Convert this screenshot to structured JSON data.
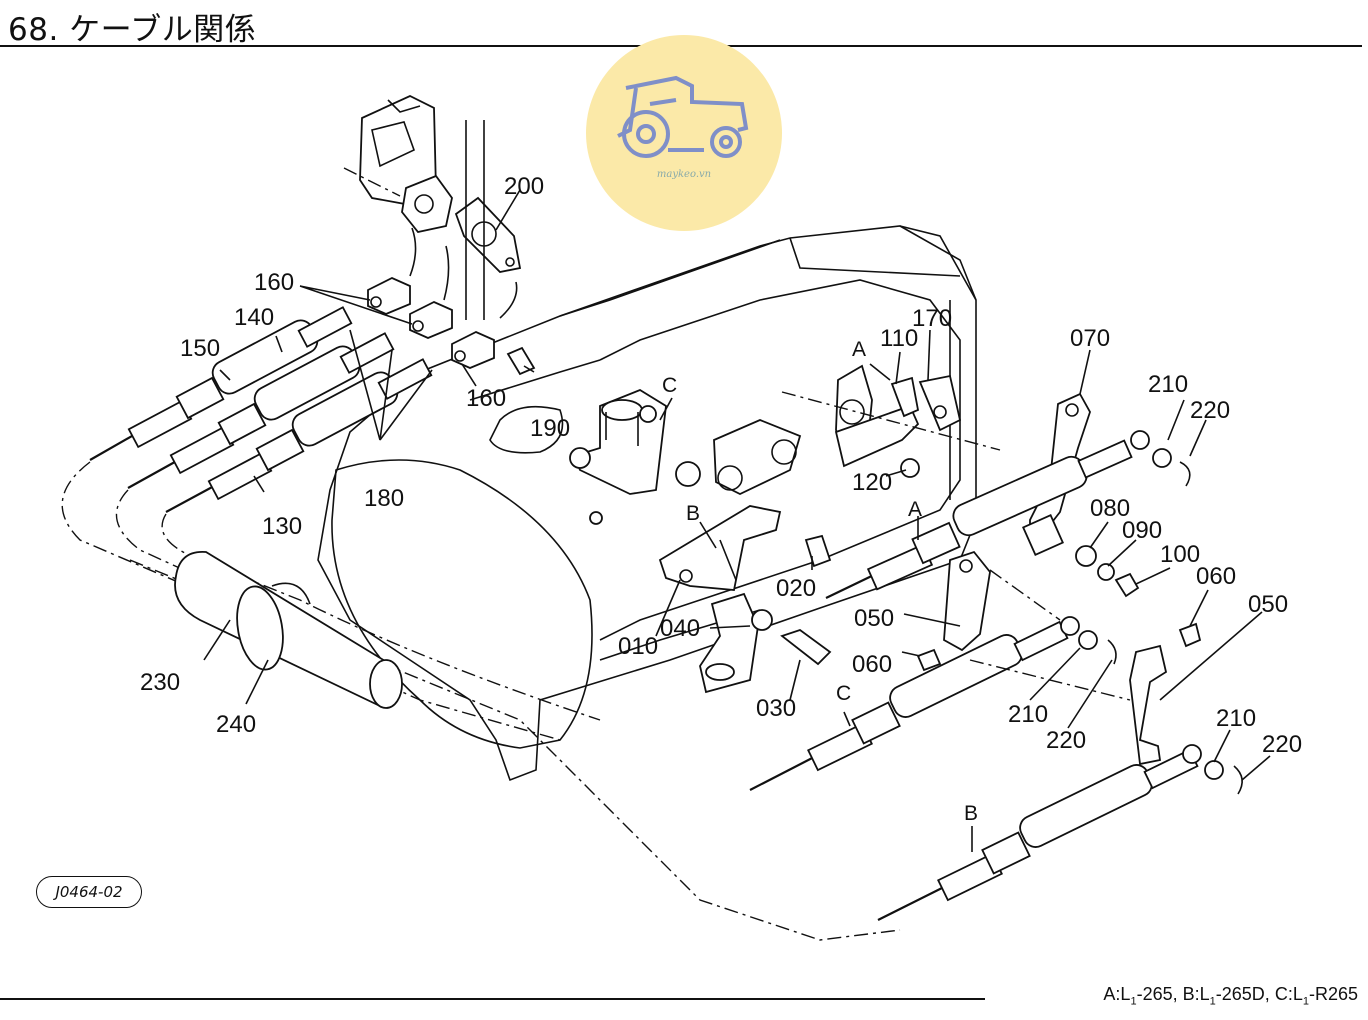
{
  "page": {
    "title": "68. ケーブル関係",
    "diagram_code": "J0464-02",
    "watermark": "maykeo.vn"
  },
  "footnote": {
    "a_prefix": "A:L",
    "a_sub": "1",
    "a_model": "-265,",
    "b_prefix": "B:L",
    "b_sub": "1",
    "b_model": "-265D,",
    "c_prefix": "C:L",
    "c_sub": "1",
    "c_model": "-R265"
  },
  "parts": {
    "p010": "010",
    "p020": "020",
    "p030": "030",
    "p040": "040",
    "p050a": "050",
    "p050b": "050",
    "p060a": "060",
    "p060b": "060",
    "p070": "070",
    "p080": "080",
    "p090": "090",
    "p100": "100",
    "p110": "110",
    "p120": "120",
    "p130": "130",
    "p140": "140",
    "p150": "150",
    "p160a": "160",
    "p160b": "160",
    "p170": "170",
    "p180": "180",
    "p190": "190",
    "p200": "200",
    "p210a": "210",
    "p210b": "210",
    "p210c": "210",
    "p220a": "220",
    "p220b": "220",
    "p220c": "220",
    "p230": "230",
    "p240": "240"
  },
  "variant_marks": {
    "a1": "A",
    "a2": "A",
    "b1": "B",
    "b2": "B",
    "c1": "C",
    "c2": "C"
  },
  "colors": {
    "watermark_circle": "#fbe9a8",
    "watermark_icon": "#7f8fc8",
    "line": "#111111"
  }
}
